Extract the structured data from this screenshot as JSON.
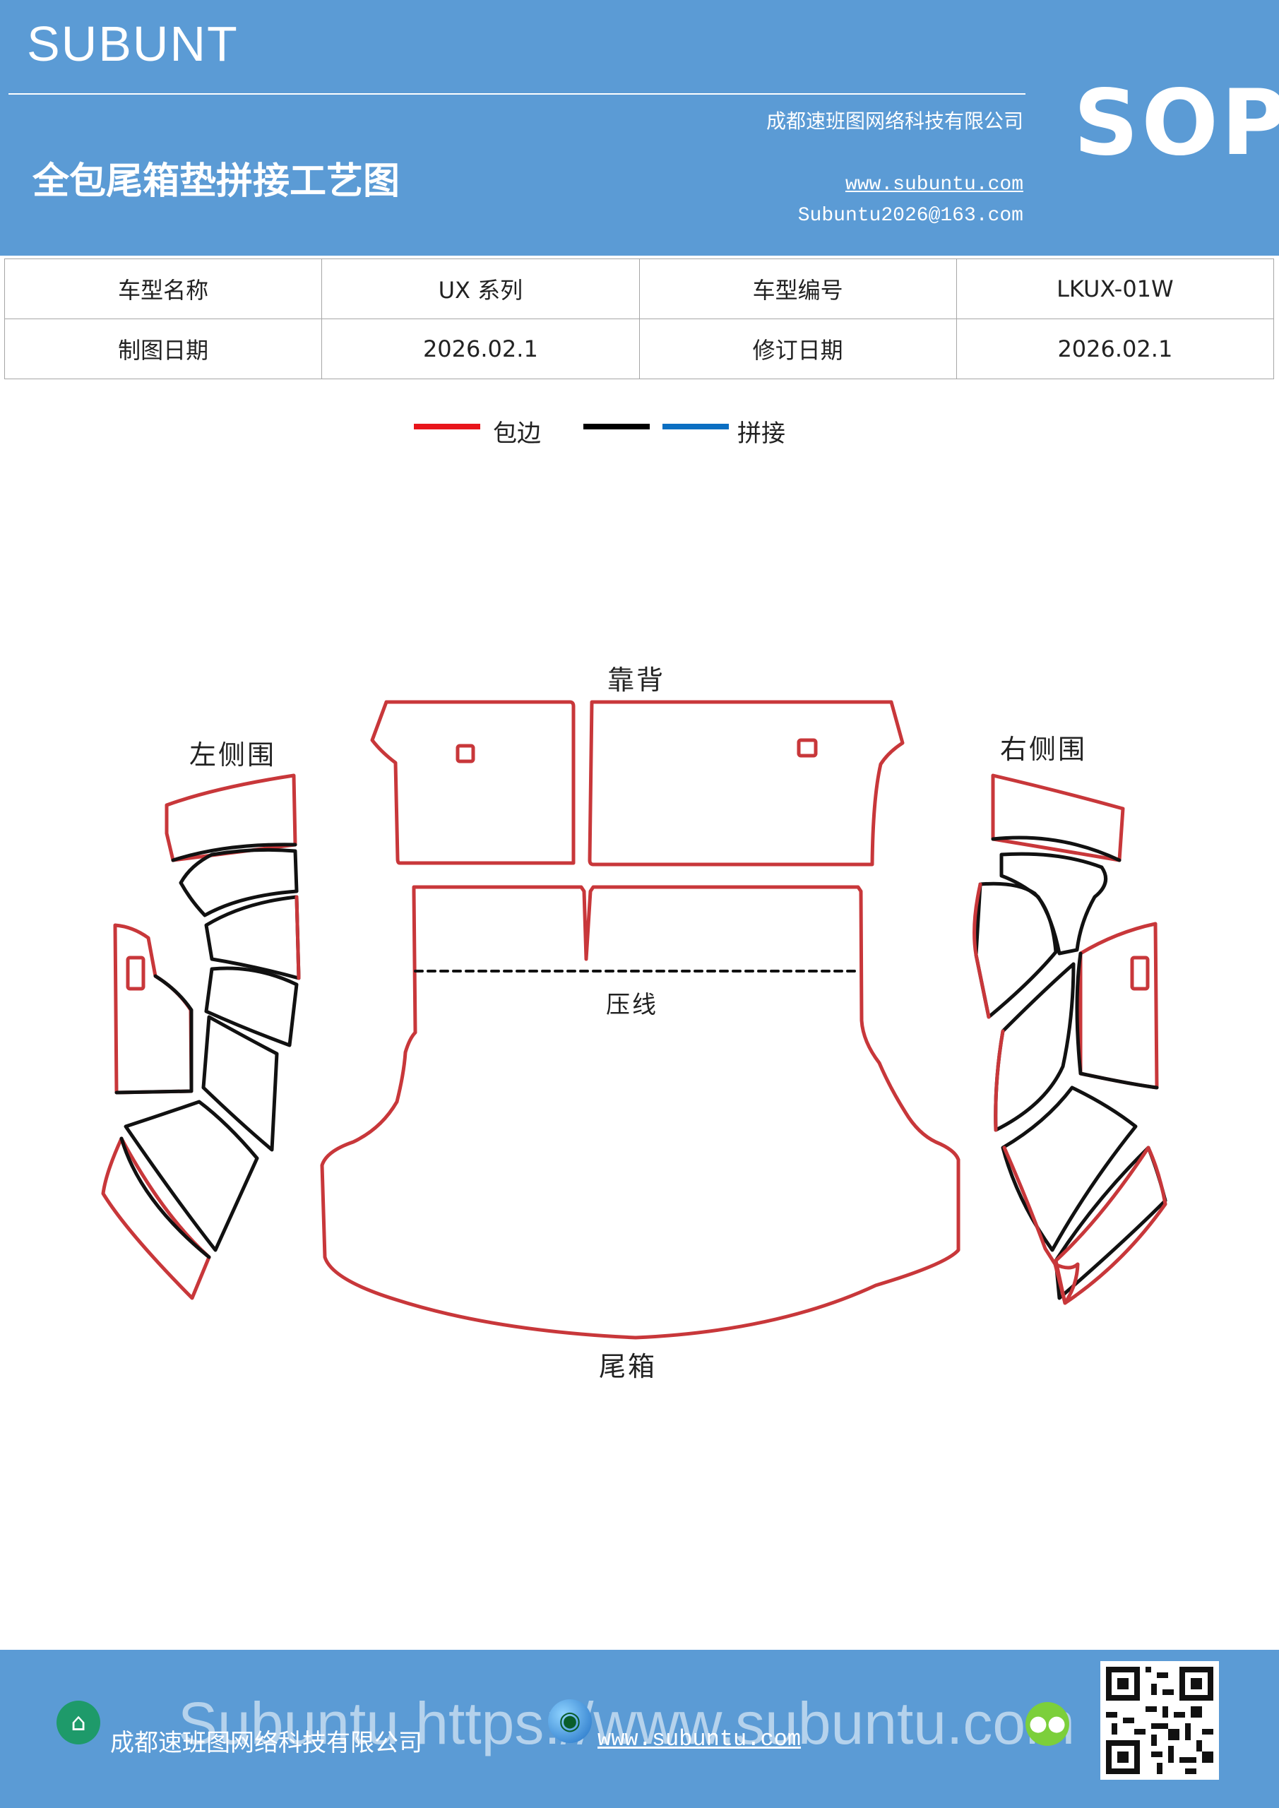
{
  "header": {
    "brand": "SUBUNT",
    "company": "成都速班图网络科技有限公司",
    "title": "全包尾箱垫拼接工艺图",
    "website": "www.subuntu.com",
    "email": "Subuntu2026@163.com",
    "badge": "SOP"
  },
  "info_table": {
    "rows": [
      [
        "车型名称",
        "UX 系列",
        "车型编号",
        "LKUX-01W"
      ],
      [
        "制图日期",
        "2026.02.1",
        "修订日期",
        "2026.02.1"
      ]
    ]
  },
  "legend": {
    "items": [
      {
        "label": "包边",
        "color": "#e8151b"
      },
      {
        "label": "",
        "color": "#000000"
      },
      {
        "label": "拼接",
        "color": "#0b6fc2"
      }
    ]
  },
  "diagram": {
    "labels": {
      "back": "靠背",
      "left": "左侧围",
      "right": "右侧围",
      "crease": "压线",
      "trunk": "尾箱"
    },
    "colors": {
      "edge": "#c8373a",
      "seam": "#111111"
    }
  },
  "footer": {
    "company": "成都速班图网络科技有限公司",
    "website": "www.subuntu.com",
    "watermark": "Subuntu https://www.subuntu.com",
    "icons": [
      "building-icon",
      "globe-icon",
      "wechat-icon",
      "qr-code"
    ]
  }
}
